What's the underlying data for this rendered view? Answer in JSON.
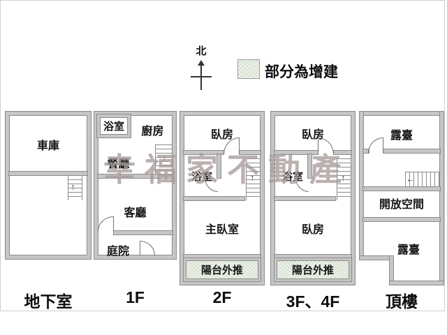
{
  "compass": {
    "label": "北"
  },
  "legend": {
    "label": "部分為增建"
  },
  "watermark": {
    "text": "幸福家不動產"
  },
  "colors": {
    "addition_fill": "#edf2e8",
    "wall_fill": "#c6c6c6",
    "wall_edge": "#8c8c8c",
    "line": "#707070",
    "watermark": "#a89b9b"
  },
  "floors": {
    "basement": {
      "name": "地下室",
      "rooms": {
        "garage": "車庫"
      }
    },
    "f1": {
      "name": "1F",
      "rooms": {
        "bathroom": "浴室",
        "kitchen": "廚房",
        "dining": "餐廳",
        "living": "客廳",
        "courtyard": "庭院"
      }
    },
    "f2": {
      "name": "2F",
      "rooms": {
        "bedroom": "臥房",
        "bathroom": "浴室",
        "master_bedroom": "主臥室",
        "balcony": "陽台外推"
      }
    },
    "f3_f4": {
      "name": "3F、4F",
      "rooms": {
        "bedroom_upper": "臥房",
        "bathroom": "浴室",
        "bedroom_lower": "臥房",
        "balcony": "陽台外推"
      }
    },
    "roof": {
      "name": "頂樓",
      "rooms": {
        "terrace_upper": "露臺",
        "open_space": "開放空間",
        "terrace_lower": "露臺"
      }
    }
  }
}
